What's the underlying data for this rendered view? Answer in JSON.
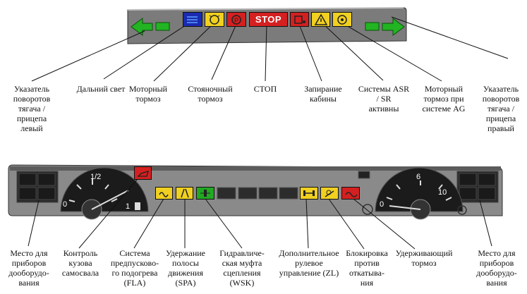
{
  "top_panel": {
    "stop_text": "STOP"
  },
  "top_labels": {
    "turn_left": "Указатель\nповоротов\nтягача /\nприцепа\nлевый",
    "high_beam": "Дальний свет",
    "engine_brake": "Моторный\nтормоз",
    "parking_brake": "Стояночный\nтормоз",
    "stop": "СТОП",
    "cab_lock": "Запирание\nкабины",
    "asr": "Системы ASR\n/ SR\nактивны",
    "engine_brake_ag": "Моторный\nтормоз при\nсистеме AG",
    "turn_right": "Указатель\nповоротов\nтягача /\nприцепа\nправый"
  },
  "gauges": {
    "left": {
      "zero": "0",
      "half": "1/2",
      "one": "1"
    },
    "right": {
      "zero": "0",
      "six": "6",
      "ten": "10"
    }
  },
  "bottom_labels": {
    "aux_left": "Место для\nприборов\nдооборудо-\nвания",
    "body_tipper": "Контроль\nкузова\nсамосвала",
    "preheat": "Система\nпредпусково-\nго подогрева\n(FLA)",
    "lane": "Удержание\nполосы\nдвижения\n(SPA)",
    "wsk": "Гидравличе-\nская муфта\nсцепления\n(WSK)",
    "zl": "Дополнительное\nрулевое\nуправление (ZL)",
    "rollback": "Блокировка\nпротив\nоткатыва-\nния",
    "retarder": "Удерживающий\nтормоз",
    "aux_right": "Место для\nприборов\nдооборудо-\nвания"
  }
}
